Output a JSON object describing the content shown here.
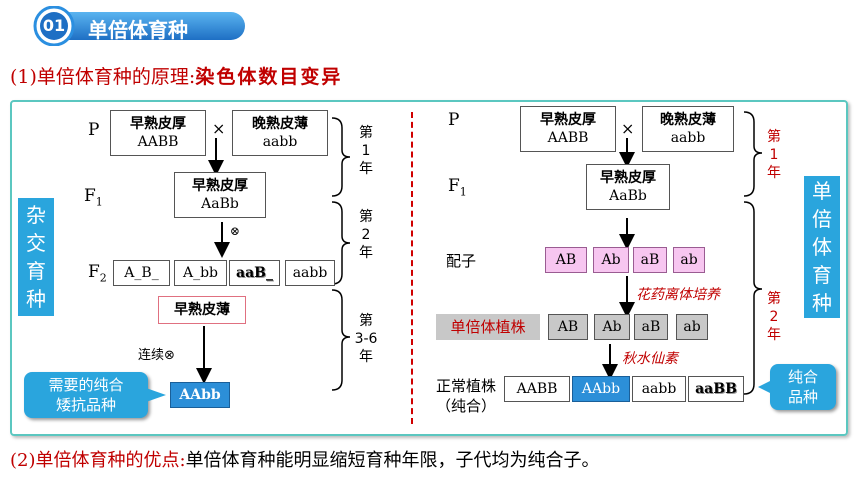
{
  "header": {
    "number": "01",
    "title": "单倍体育种"
  },
  "principle": {
    "prefix": "(1)单倍体育种的原理:",
    "highlight": "染色体数目变异"
  },
  "advantage": {
    "prefix": "(2)单倍体育种的优点:",
    "text": "单倍体育种能明显缩短育种年限，子代均为纯合子。"
  },
  "left": {
    "side_label": [
      "杂",
      "交",
      "育",
      "种"
    ],
    "gen_p": "P",
    "gen_f1": "F",
    "gen_f1_sub": "1",
    "gen_f2": "F",
    "gen_f2_sub": "2",
    "parent1": {
      "name": "早熟皮厚",
      "genotype": "AABB"
    },
    "parent2": {
      "name": "晚熟皮薄",
      "genotype": "aabb"
    },
    "cross_symbol": "×",
    "f1": {
      "name": "早熟皮厚",
      "genotype": "AaBb"
    },
    "self_symbol": "⊗",
    "f2_cells": [
      "A_B_",
      "A_bb",
      "aaB_",
      "aabb"
    ],
    "selected": "早熟皮薄",
    "continuous_label": "连续⊗",
    "result": "AAbb",
    "callout": [
      "需要的纯合",
      "矮抗品种"
    ],
    "year1": [
      "第",
      "1",
      "年"
    ],
    "year2": [
      "第",
      "2",
      "年"
    ],
    "year3": [
      "第",
      "3-6",
      "年"
    ]
  },
  "right": {
    "side_label": [
      "单",
      "倍",
      "体",
      "育",
      "种"
    ],
    "gen_p": "P",
    "gen_f1": "F",
    "gen_f1_sub": "1",
    "parent1": {
      "name": "早熟皮厚",
      "genotype": "AABB"
    },
    "parent2": {
      "name": "晚熟皮薄",
      "genotype": "aabb"
    },
    "cross_symbol": "×",
    "f1": {
      "name": "早熟皮厚",
      "genotype": "AaBb"
    },
    "gamete_label": "配子",
    "gametes": [
      "AB",
      "Ab",
      "aB",
      "ab"
    ],
    "culture_label": "花药离体培养",
    "haploid_label": "单倍体植株",
    "haploids": [
      "AB",
      "Ab",
      "aB",
      "ab"
    ],
    "colchicine_label": "秋水仙素",
    "normal_label": "正常植株",
    "normal_sub": "（纯合）",
    "normals": [
      "AABB",
      "AAbb",
      "aabb",
      "aaBB"
    ],
    "callout": [
      "纯合",
      "品种"
    ],
    "year1": [
      "第",
      "1",
      "年"
    ],
    "year2": [
      "第",
      "2",
      "年"
    ]
  },
  "colors": {
    "accent": "#2aa5dd",
    "red": "#c00000",
    "header_bg": "#2b8fe0",
    "panel_border": "#5bc7c0"
  }
}
